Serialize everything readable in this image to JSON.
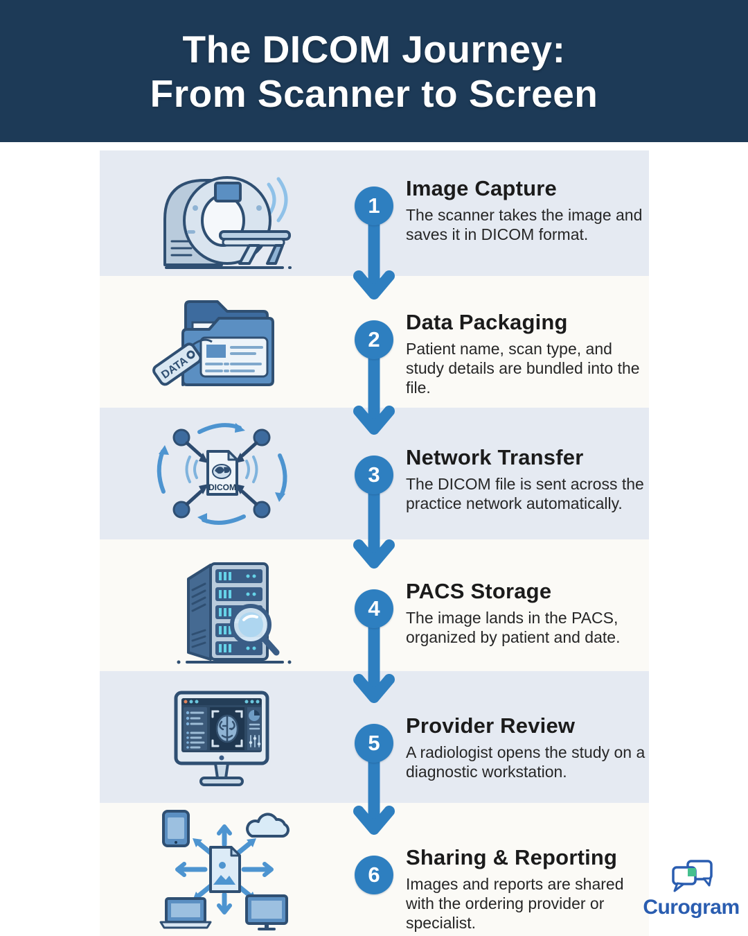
{
  "header": {
    "title_line1": "The DICOM Journey:",
    "title_line2": "From Scanner to Screen"
  },
  "steps": [
    {
      "number": "1",
      "title": "Image Capture",
      "description": "The scanner takes the image and saves it in DICOM format.",
      "icon": "ct-scanner-icon"
    },
    {
      "number": "2",
      "title": "Data Packaging",
      "description": "Patient name, scan type, and study details are bundled into the file.",
      "icon": "data-folder-icon"
    },
    {
      "number": "3",
      "title": "Network Transfer",
      "description": "The DICOM file is sent across the practice network automatically.",
      "icon": "network-transfer-icon"
    },
    {
      "number": "4",
      "title": "PACS Storage",
      "description": "The image lands in the PACS, organized by patient and date.",
      "icon": "server-storage-icon"
    },
    {
      "number": "5",
      "title": "Provider Review",
      "description": "A radiologist opens the study on a diagnostic workstation.",
      "icon": "workstation-icon"
    },
    {
      "number": "6",
      "title": "Sharing & Reporting",
      "description": "Images and reports are shared with the ordering provider or specialist.",
      "icon": "sharing-devices-icon"
    }
  ],
  "icon_labels": {
    "dicom_file": "DICOM",
    "data_tag": "DATA"
  },
  "footer": {
    "brand": "Curogram"
  },
  "colors": {
    "header_bg": "#1d3a57",
    "accent_blue": "#2e7fc0",
    "band_blue": "#e5eaf2",
    "band_cream": "#fbfaf6",
    "icon_outline": "#2f4f72",
    "icon_mid_blue": "#5b8fc2",
    "icon_cyan": "#66d3e8",
    "brand_blue": "#2a5db0",
    "brand_green": "#45c08f"
  }
}
